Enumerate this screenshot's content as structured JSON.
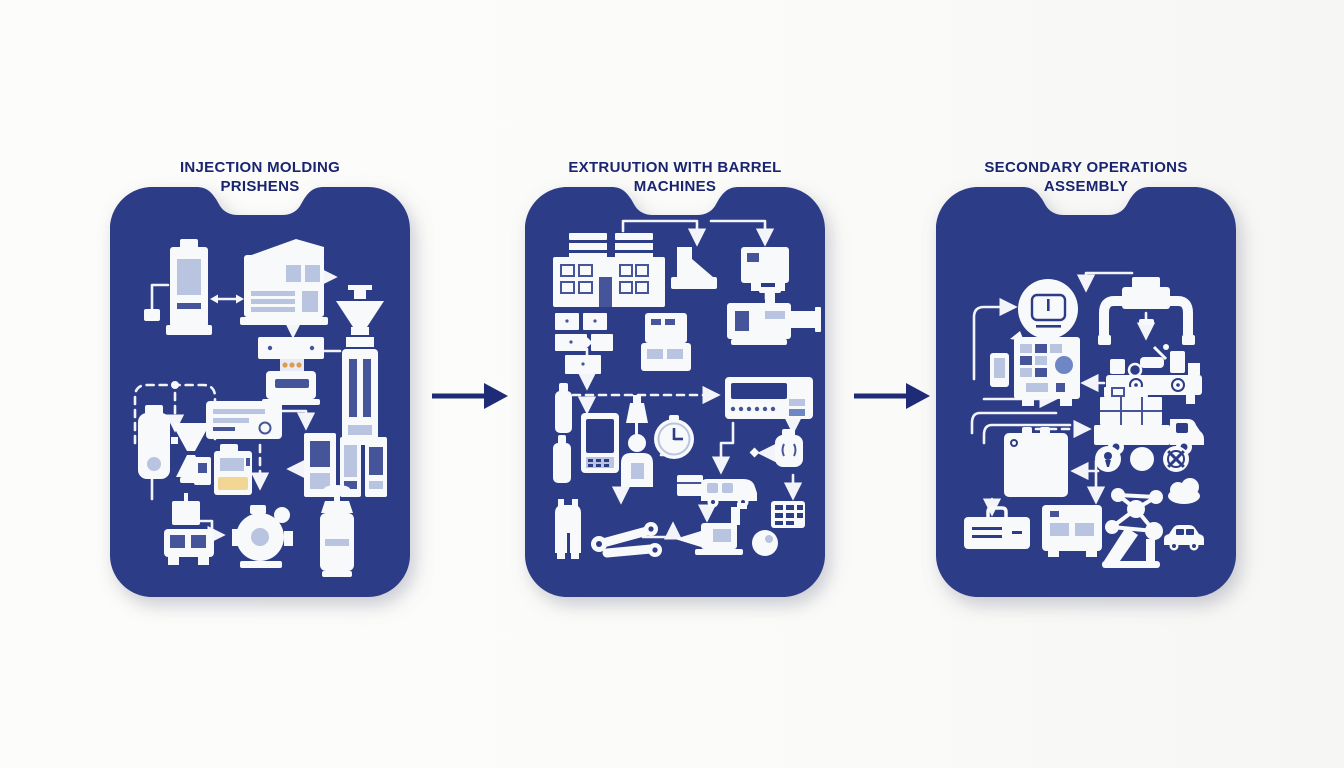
{
  "diagram": {
    "background_color": "#fbfbf9",
    "panel_color": "#2d3c86",
    "title_color": "#1a2470",
    "icon_color": "#f8f9fb",
    "accent_light_blue": "#b9c4e0",
    "accent_slot_blue": "#46549a",
    "accent_yellow": "#f2d694",
    "accent_orange": "#dd9c4e",
    "flow_arrow_color": "#1e2c77",
    "panels": [
      {
        "id": "injection-molding",
        "title_line1": "INJECTION MOLDING",
        "title_line2": "PRISHENS",
        "icons": [
          "machine-with-screen",
          "injection-molding-machine",
          "hopper-tower",
          "press-machine",
          "material-canister",
          "hourglass-feeder",
          "ruler-machine",
          "dryer-unit",
          "cabinet-bank",
          "robot-cart",
          "pump-machine",
          "mixer-canister"
        ]
      },
      {
        "id": "extrusion",
        "title_line1": "EXTRUUTION WITH BARREL",
        "title_line2": "MACHINES",
        "icons": [
          "pallet-stacks",
          "factory-building",
          "extruder-duct",
          "machine-box",
          "barrel-extruder",
          "parcel-cluster",
          "vented-machine",
          "control-console",
          "bottle",
          "bottle",
          "tablet-device",
          "worker",
          "wall-clock",
          "parcel-box",
          "delivery-van",
          "gadget",
          "keypad",
          "ball-part",
          "apron",
          "hand-tools",
          "drill-machine"
        ]
      },
      {
        "id": "secondary-operations",
        "title_line1": "SECONDARY OPERATIONS",
        "title_line2": "ASSEMBLY",
        "icons": [
          "inspection-lens",
          "phone",
          "control-cabinet",
          "press-arms",
          "assembly-station",
          "cargo-truck",
          "equipment-case",
          "bulb-part",
          "round-part",
          "cross-wheel-part",
          "atom-robot",
          "cloud",
          "car",
          "tool-case",
          "generator-box"
        ]
      }
    ],
    "flow_arrows": [
      {
        "id": "arrow-1",
        "from": "injection-molding",
        "to": "extrusion"
      },
      {
        "id": "arrow-2",
        "from": "extrusion",
        "to": "secondary-operations"
      }
    ]
  }
}
